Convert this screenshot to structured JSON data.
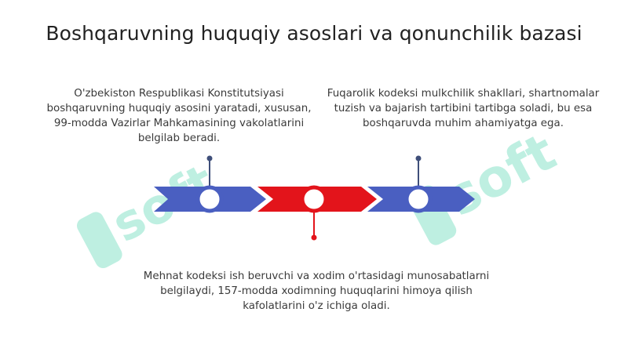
{
  "title": "Boshqaruvning huquqiy asoslari va qonunchilik bazasi",
  "items": [
    {
      "text": "O'zbekiston Respublikasi Konstitutsiyasi boshqaruvning huquqiy asosini yaratadi, xususan, 99-modda Vazirlar Mahkamasining vakolatlarini belgilab beradi.",
      "color": "#4a5fc1"
    },
    {
      "text": "Mehnat kodeksi ish beruvchi va xodim o'rtasidagi munosabatlarni belgilaydi, 157-modda xodimning huquqlarini himoya qilish kafolatlarini o'z ichiga oladi.",
      "color": "#e3141b"
    },
    {
      "text": "Fuqarolik kodeksi mulkchilik shakllari, shartnomalar tuzish va bajarish tartibini tartibga soladi, bu esa boshqaruvda muhim ahamiyatga ega.",
      "color": "#4a5fc1"
    }
  ],
  "watermark": {
    "text": "soft",
    "color": "#7fe0c4"
  }
}
